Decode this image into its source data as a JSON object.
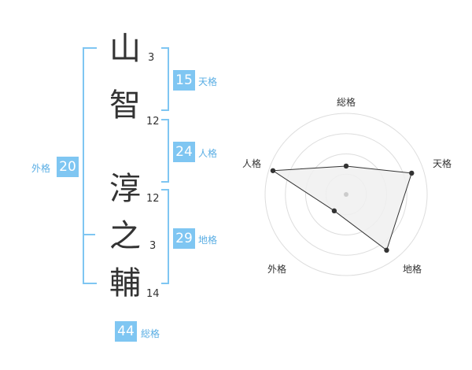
{
  "name": {
    "chars": [
      {
        "char": "山",
        "strokes": "3"
      },
      {
        "char": "智",
        "strokes": "12"
      },
      {
        "char": "淳",
        "strokes": "12"
      },
      {
        "char": "之",
        "strokes": "3"
      },
      {
        "char": "輔",
        "strokes": "14"
      }
    ]
  },
  "kakusu": {
    "tenkaku": {
      "value": "15",
      "label": "天格"
    },
    "jinkaku": {
      "value": "24",
      "label": "人格"
    },
    "chikaku": {
      "value": "29",
      "label": "地格"
    },
    "gaikaku": {
      "value": "20",
      "label": "外格"
    },
    "soukaku": {
      "value": "44",
      "label": "総格"
    }
  },
  "colors": {
    "accent": "#7fc6f2",
    "label_text": "#5aaee4",
    "kanji_text": "#333333",
    "radar_fill": "#f0f0f0",
    "radar_line": "#333333"
  },
  "chart_data": {
    "type": "radar",
    "axes": [
      "総格",
      "天格",
      "地格",
      "外格",
      "人格"
    ],
    "values": [
      0.35,
      0.85,
      0.85,
      0.25,
      0.95
    ],
    "max": 1.0,
    "rings": 4
  }
}
